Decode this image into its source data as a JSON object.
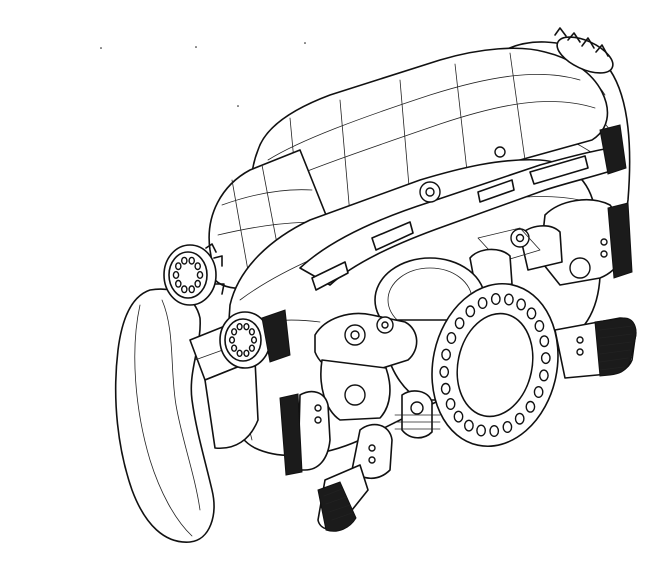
{
  "figure": {
    "subject_icon": "steering-wheel-line-drawing",
    "colors": {
      "background": "#ffffff",
      "line": "#111111",
      "paddle_fill": "#1b1b1b",
      "accent_fill": "#d9d9d9"
    },
    "hub_bolt_ring_count": 24,
    "knob_hole_count": 10
  }
}
